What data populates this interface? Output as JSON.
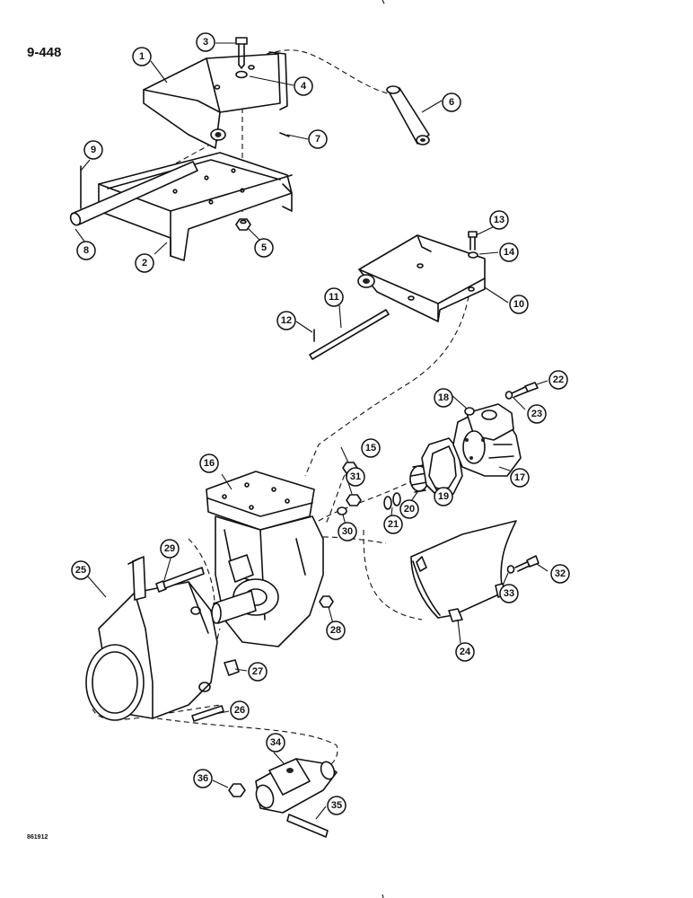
{
  "page": {
    "number": "9-448",
    "drawing_code": "861912"
  },
  "callouts": [
    "1",
    "2",
    "3",
    "4",
    "5",
    "6",
    "7",
    "8",
    "9",
    "10",
    "11",
    "12",
    "13",
    "14",
    "15",
    "16",
    "17",
    "18",
    "19",
    "20",
    "21",
    "22",
    "23",
    "24",
    "25",
    "26",
    "27",
    "28",
    "29",
    "30",
    "31",
    "32",
    "33",
    "34",
    "35",
    "36"
  ]
}
